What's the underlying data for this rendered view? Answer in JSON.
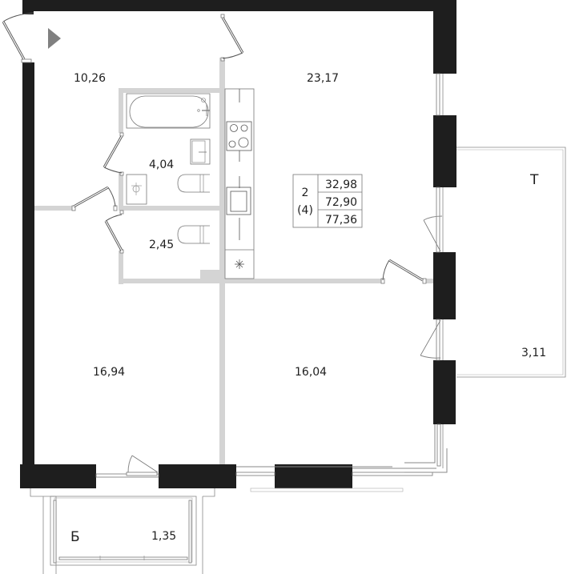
{
  "plan": {
    "type": "apartment-floor-plan",
    "summary": {
      "rooms": "2",
      "rooms_alt": "(4)",
      "living_area": "32,98",
      "total_area": "72,90",
      "total_area_with_outdoor": "77,36"
    },
    "rooms": [
      {
        "id": "hall",
        "area": "10,26"
      },
      {
        "id": "kitchen-living",
        "area": "23,17"
      },
      {
        "id": "bathroom",
        "area": "4,04"
      },
      {
        "id": "toilet",
        "area": "2,45"
      },
      {
        "id": "bedroom-left",
        "area": "16,94"
      },
      {
        "id": "bedroom-right",
        "area": "16,04"
      },
      {
        "id": "terrace",
        "letter": "Т",
        "area": "3,11"
      },
      {
        "id": "balcony",
        "letter": "Б",
        "area": "1,35"
      }
    ],
    "entrance_marker": "entrance-arrow-icon",
    "colors": {
      "outer_wall": "#1e1e1e",
      "partition": "#d4d4d4",
      "line": "#555555",
      "background": "#ffffff"
    }
  }
}
